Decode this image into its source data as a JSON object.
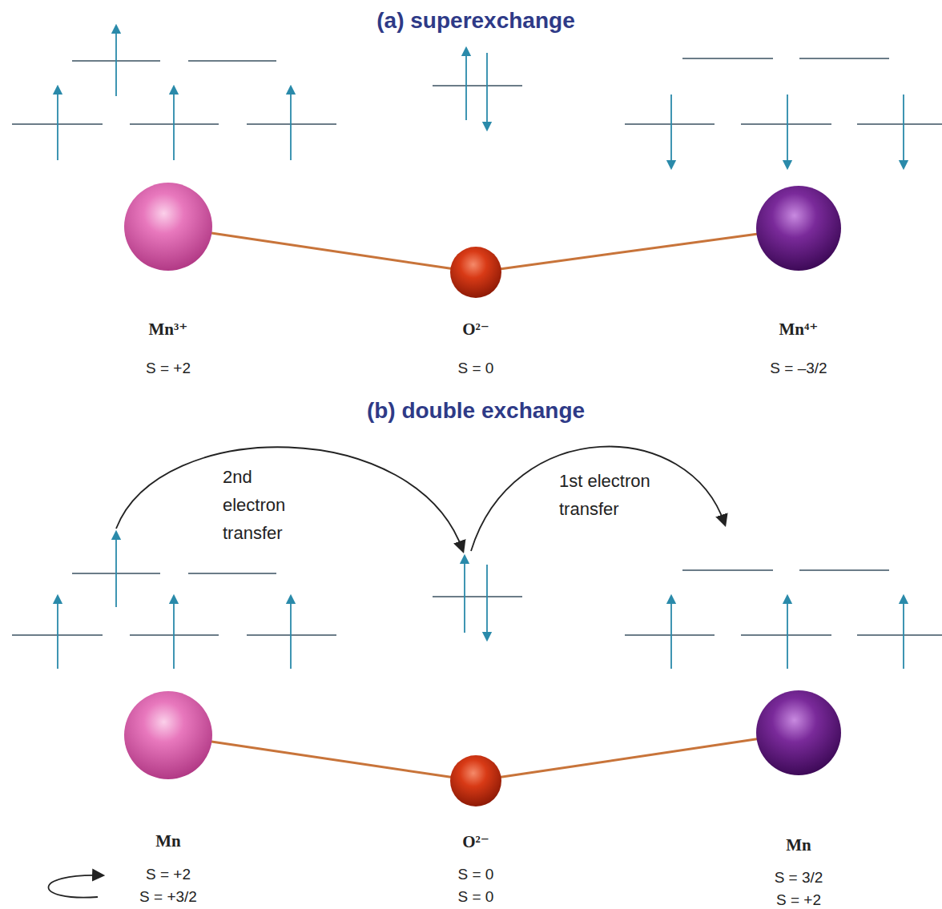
{
  "diagram": {
    "nodes": [
      {
        "text": [
          "Mn³⁺",
          "S = +2"
        ]
      },
      {
        "text": [
          "O²⁻",
          "S = 0"
        ]
      },
      {
        "text": [
          "Mn⁴⁺",
          "S = –3/2"
        ]
      },
      {
        "text": [
          "Mn",
          "S = +2",
          "S = +3/2"
        ]
      },
      {
        "text": [
          "O²⁻",
          "S = 0",
          "S = 0"
        ]
      },
      {
        "text": [
          "Mn",
          "S = 3/2",
          "S = +2"
        ]
      }
    ],
    "edges": [
      {
        "from": 0,
        "to": 1,
        "arrow": "none"
      },
      {
        "from": 1,
        "to": 2,
        "arrow": "none"
      },
      {
        "from": 3,
        "to": 4,
        "arrow": "none"
      },
      {
        "from": 4,
        "to": 5,
        "arrow": "none"
      },
      {
        "from": 4,
        "to": 5,
        "label": "1st electron transfer",
        "arrow": "to"
      },
      {
        "from": 3,
        "to": 4,
        "label": "2nd electron transfer",
        "arrow": "to"
      }
    ],
    "labels": [
      "(a) superexchange",
      "(b) double exchange"
    ]
  }
}
